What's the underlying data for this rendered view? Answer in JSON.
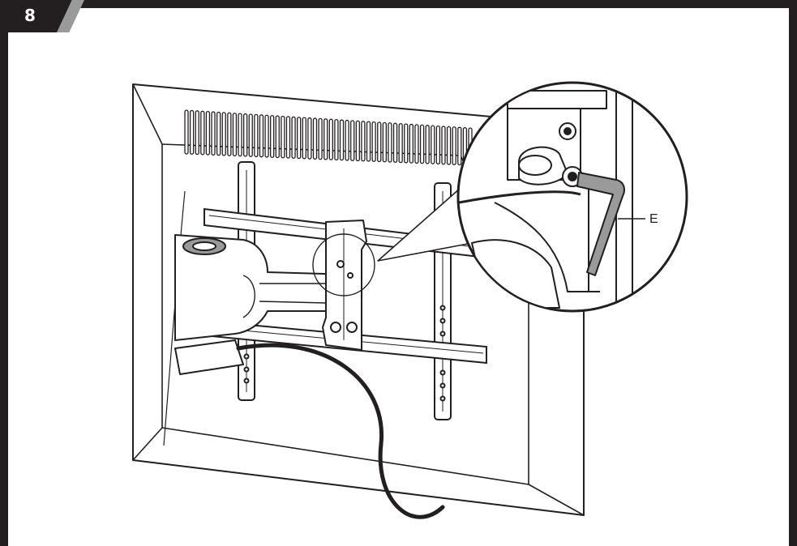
{
  "step": {
    "number": "8"
  },
  "callout": {
    "label": "E",
    "part": "hex-key"
  },
  "colors": {
    "ink": "#231f20",
    "accent": "#9a9a9a",
    "paper": "#ffffff"
  }
}
